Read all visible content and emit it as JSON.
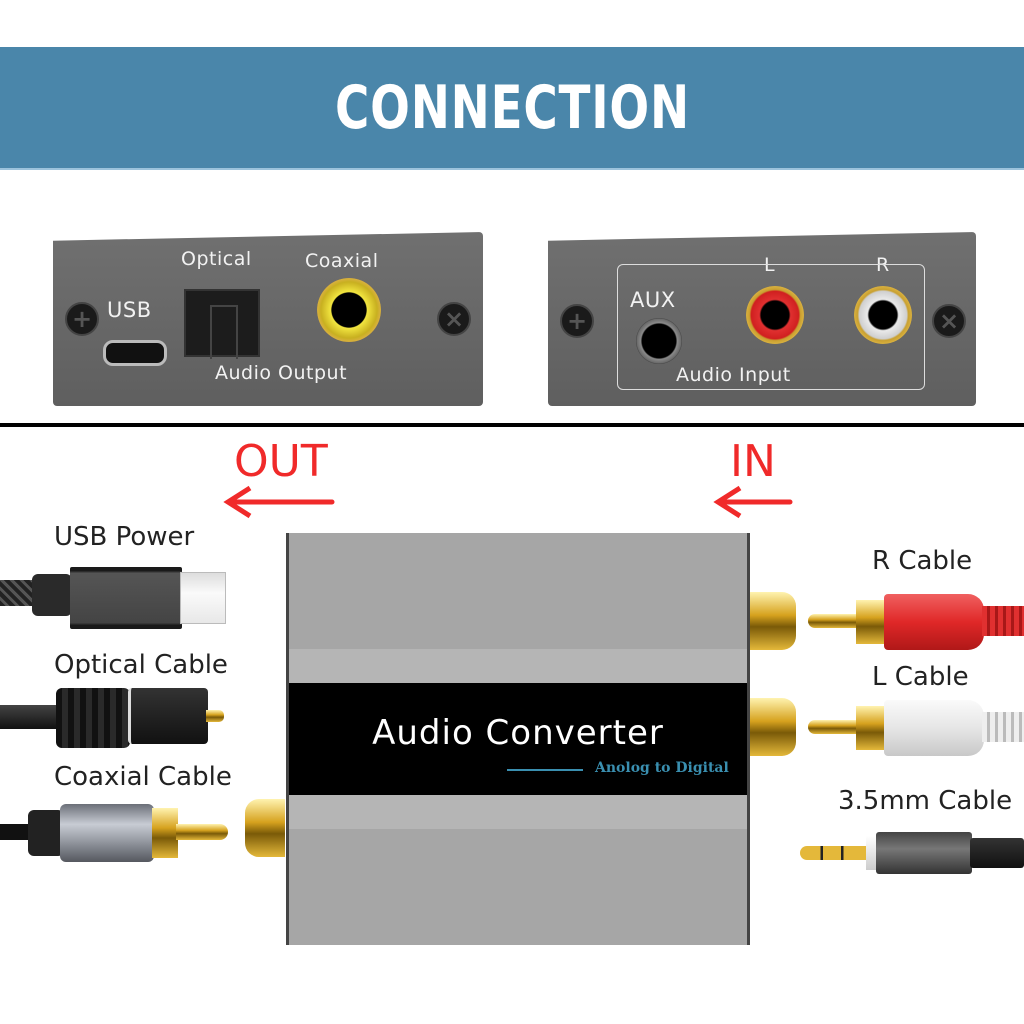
{
  "banner": {
    "title": "CONNECTION",
    "color": "#4a86aa"
  },
  "output_panel": {
    "labels": {
      "usb": "USB",
      "optical": "Optical",
      "coaxial": "Coaxial",
      "section": "Audio Output"
    },
    "ports": [
      "usb-micro",
      "optical-toslink",
      "coaxial-rca"
    ],
    "coaxial_color": "#f0e020"
  },
  "input_panel": {
    "labels": {
      "aux": "AUX",
      "left": "L",
      "right": "R",
      "section": "Audio Input"
    },
    "ports": [
      "aux-3.5mm",
      "rca-left",
      "rca-right"
    ],
    "left_color": "#e02020",
    "right_color": "#e8e8e8"
  },
  "directions": {
    "out": "OUT",
    "in": "IN",
    "color": "#f02a2a"
  },
  "converter": {
    "title": "Audio Converter",
    "subtitle": "Anolog to Digital",
    "accent": "#3a8fb0"
  },
  "cables": {
    "outputs": [
      {
        "label": "USB Power",
        "type": "usb-c"
      },
      {
        "label": "Optical Cable",
        "type": "toslink"
      },
      {
        "label": "Coaxial Cable",
        "type": "rca"
      }
    ],
    "inputs": [
      {
        "label": "R Cable",
        "type": "rca",
        "color": "#e8383a"
      },
      {
        "label": "L Cable",
        "type": "rca",
        "color": "#e6e6e6"
      },
      {
        "label": "3.5mm Cable",
        "type": "aux"
      }
    ]
  }
}
